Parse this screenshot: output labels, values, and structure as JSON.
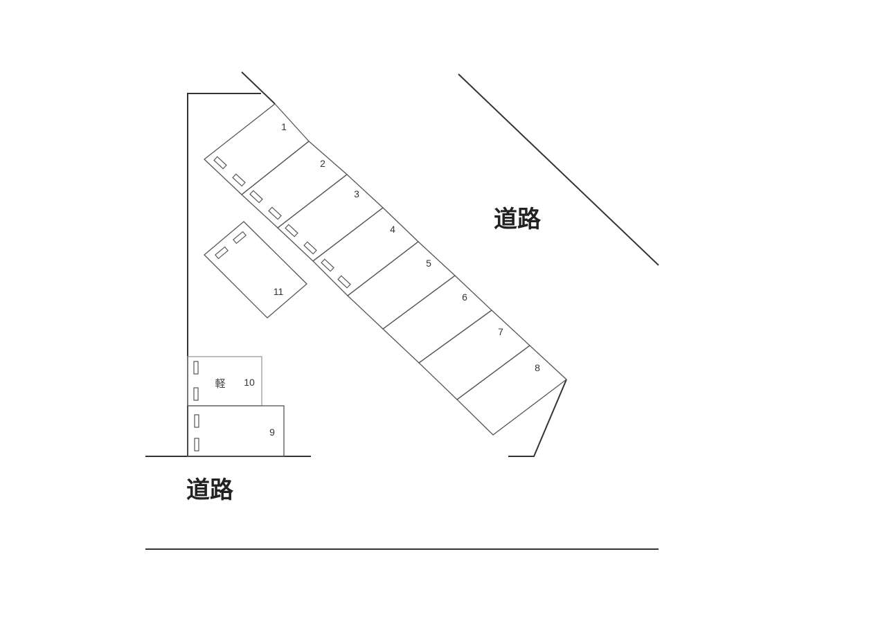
{
  "roads": {
    "right_label": "道路",
    "bottom_label": "道路"
  },
  "spaces": [
    {
      "number": "1"
    },
    {
      "number": "2"
    },
    {
      "number": "3"
    },
    {
      "number": "4"
    },
    {
      "number": "5"
    },
    {
      "number": "6"
    },
    {
      "number": "7"
    },
    {
      "number": "8"
    },
    {
      "number": "9"
    },
    {
      "number": "10",
      "tag": "軽"
    },
    {
      "number": "11"
    }
  ],
  "colors": {
    "line": "#555555",
    "text": "#222222"
  }
}
